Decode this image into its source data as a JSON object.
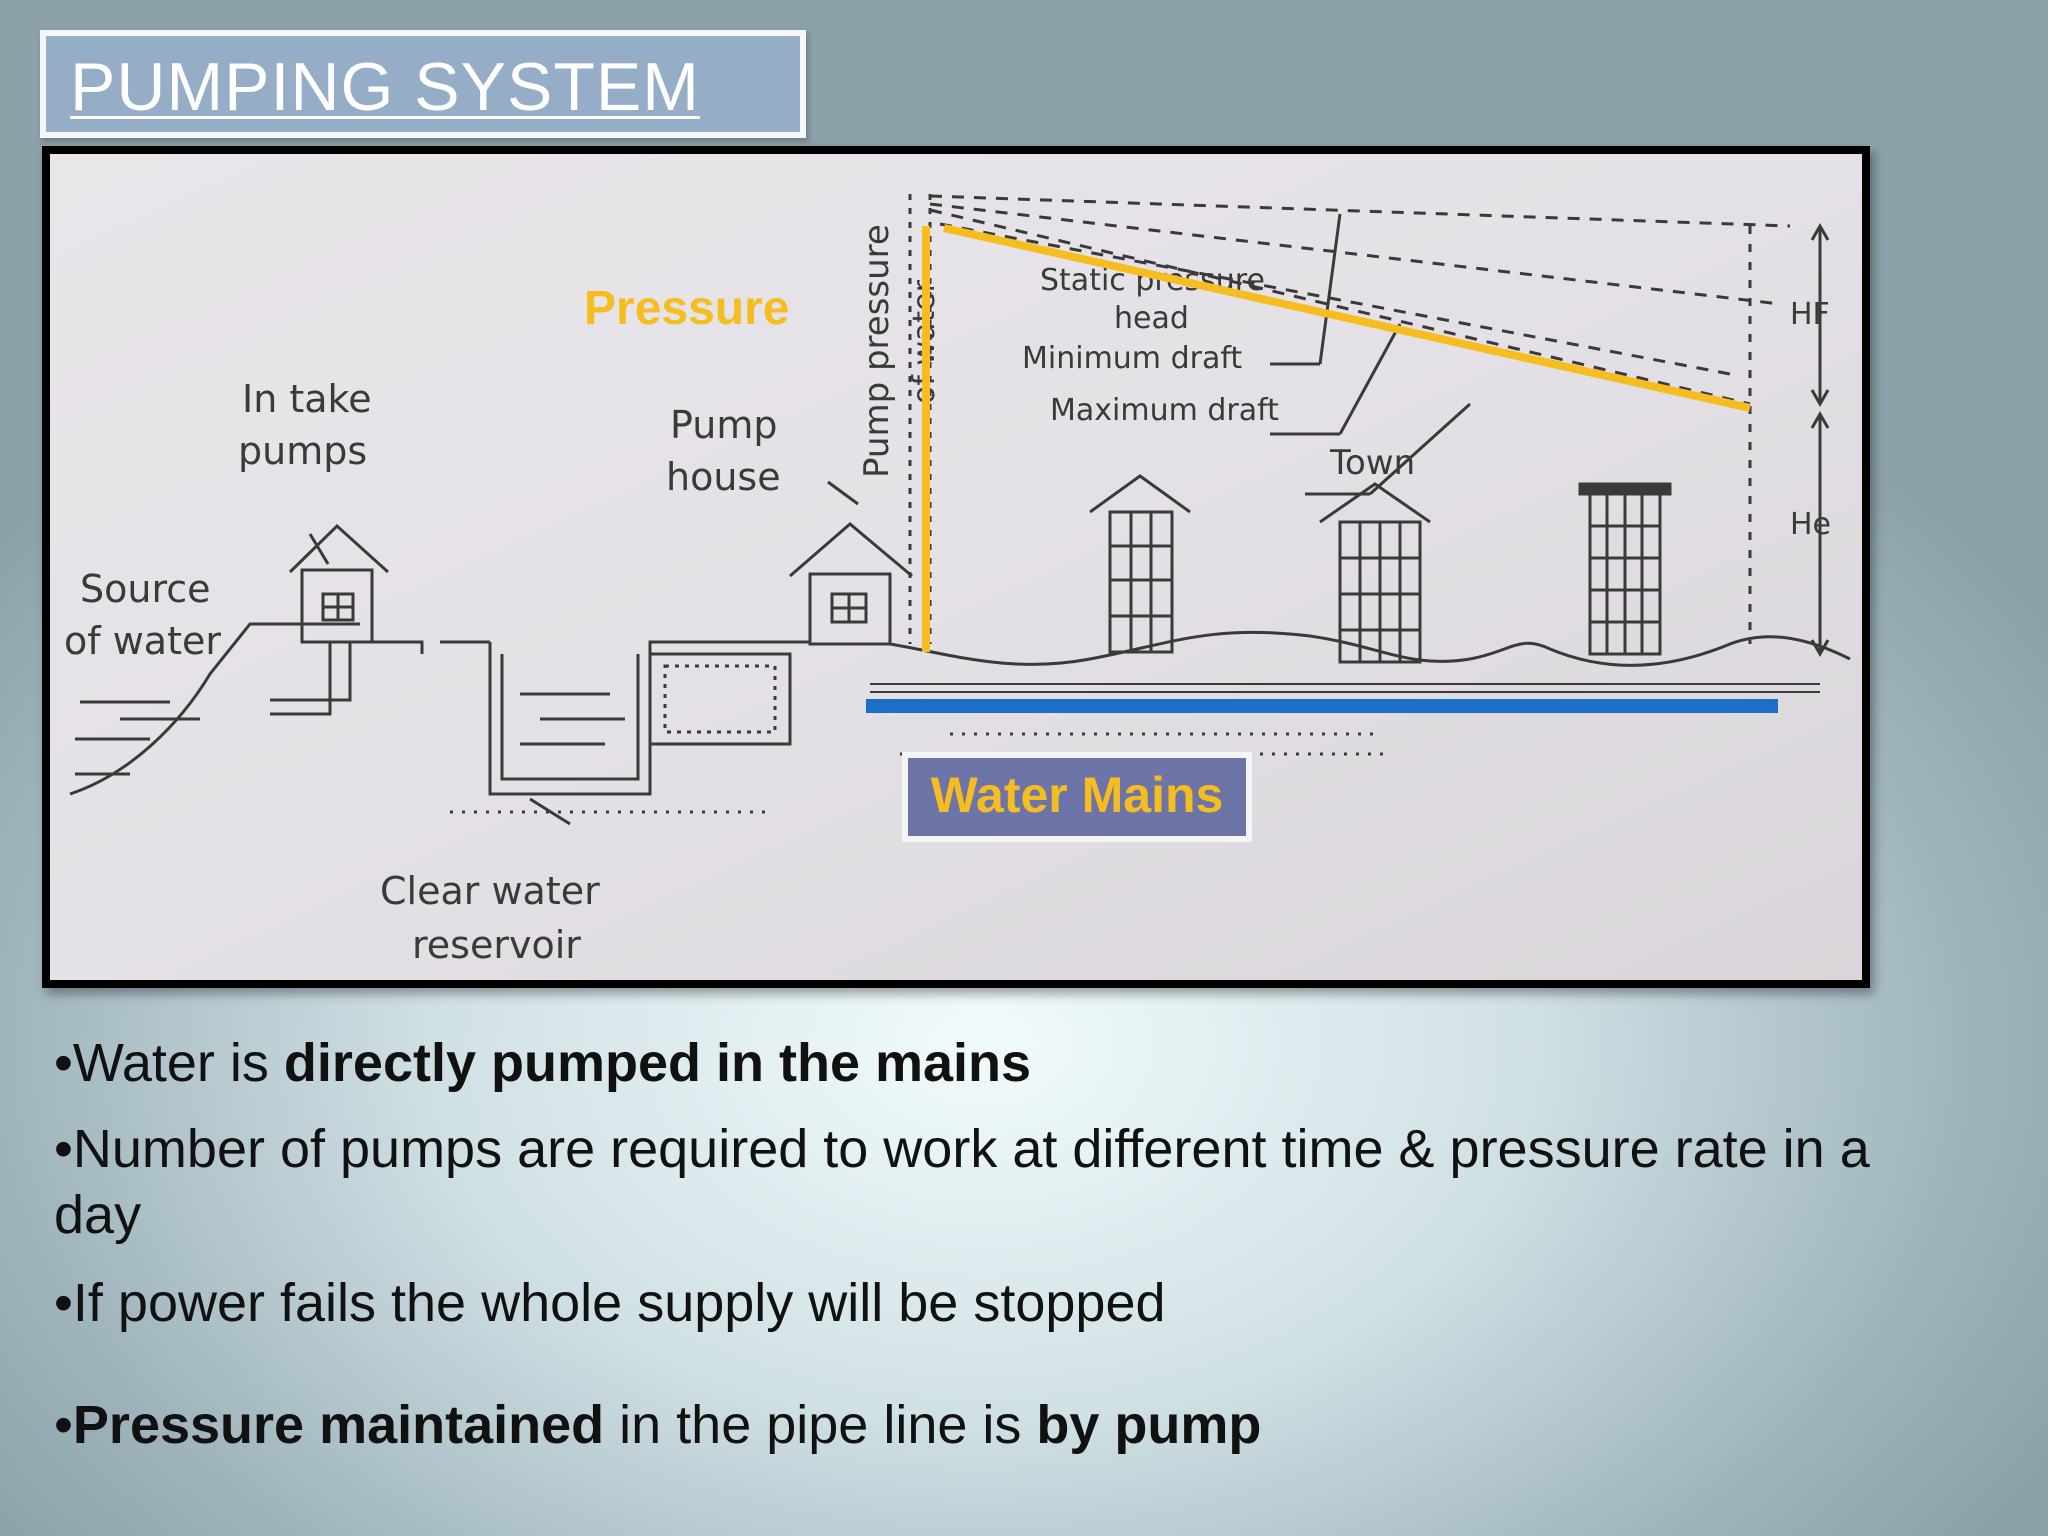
{
  "title": "PUMPING SYSTEM",
  "diagram": {
    "labels": {
      "source_of_water_1": "Source",
      "source_of_water_2": "of water",
      "intake_pumps_1": "In take",
      "intake_pumps_2": "pumps",
      "pump_house_1": "Pump",
      "pump_house_2": "house",
      "clear_water_reservoir_1": "Clear water",
      "clear_water_reservoir_2": "reservoir",
      "pump_pressure": "Pump pressure",
      "of_water": "of water",
      "static_pressure_head_1": "Static pressure",
      "static_pressure_head_2": "head",
      "minimum_draft": "Minimum draft",
      "maximum_draft": "Maximum draft",
      "town": "Town",
      "hf": "HF",
      "he": "He"
    },
    "overlays": {
      "pressure": "Pressure",
      "water_mains": "Water Mains"
    },
    "colors": {
      "pressure": "#f5bd1f",
      "water_mains_line": "#1c6fc6",
      "water_mains_box": "#6d75a8"
    }
  },
  "bullets": [
    {
      "parts": [
        {
          "text": "•Water is ",
          "bold": false
        },
        {
          "text": "directly pumped in the mains",
          "bold": true
        }
      ]
    },
    {
      "parts": [
        {
          "text": "•Number of pumps are required to work at different time & pressure rate in a day",
          "bold": false
        }
      ]
    },
    {
      "parts": [
        {
          "text": "•If power fails the whole supply will be stopped",
          "bold": false
        }
      ]
    },
    {
      "parts": [
        {
          "text": "•",
          "bold": false
        },
        {
          "text": "Pressure maintained",
          "bold": true
        },
        {
          "text": " in the pipe line is ",
          "bold": false
        },
        {
          "text": "by pump",
          "bold": true
        }
      ]
    }
  ]
}
